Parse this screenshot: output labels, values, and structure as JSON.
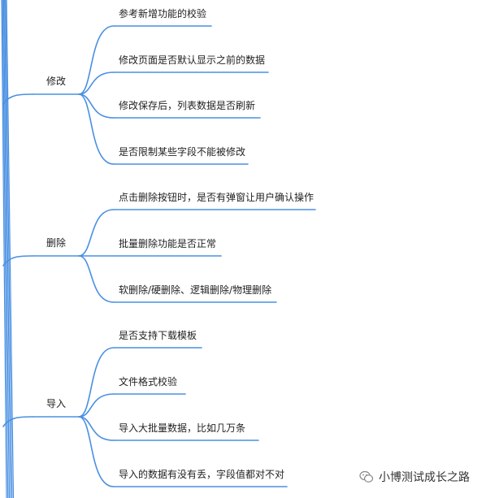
{
  "branches": [
    {
      "label": "修改",
      "children": [
        "参考新增功能的校验",
        "修改页面是否默认显示之前的数据",
        "修改保存后，列表数据是否刷新",
        "是否限制某些字段不能被修改"
      ]
    },
    {
      "label": "删除",
      "children": [
        "点击删除按钮时，是否有弹窗让用户确认操作",
        "批量删除功能是否正常",
        "软删除/硬删除、逻辑删除/物理删除"
      ]
    },
    {
      "label": "导入",
      "children": [
        "是否支持下载模板",
        "文件格式校验",
        "导入大批量数据，比如几万条",
        "导入的数据有没有丢，字段值都对不对"
      ]
    }
  ],
  "watermark": {
    "text": "小博测试成长之路",
    "icon": "wechat-icon"
  },
  "colors": {
    "line": "#4a90e2",
    "text": "#222222"
  }
}
